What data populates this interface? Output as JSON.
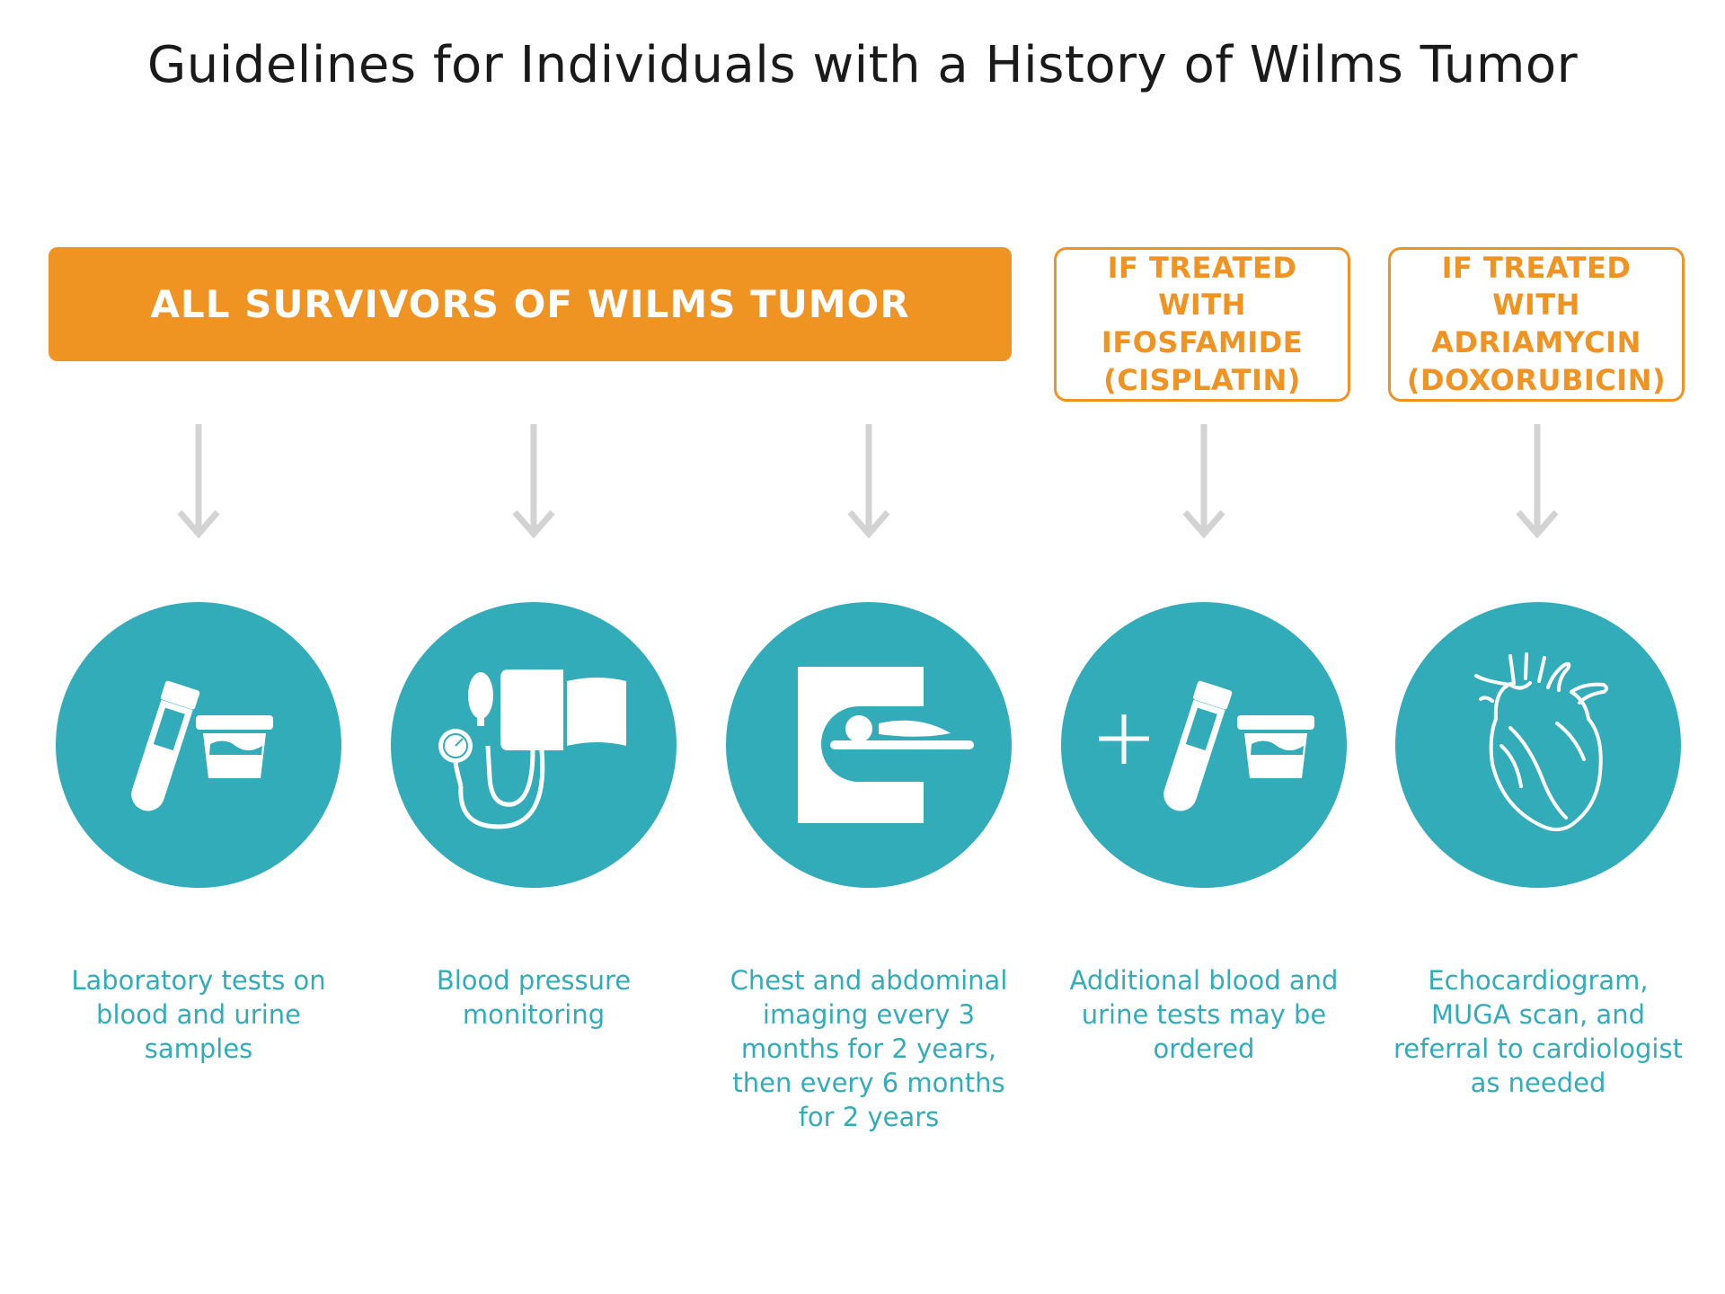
{
  "title": "Guidelines for Individuals with a History of Wilms Tumor",
  "colors": {
    "orange": "#ef9323",
    "teal": "#33acb9",
    "arrow_gray": "#d3d3d3",
    "title_text": "#1a1a1a"
  },
  "groups": [
    {
      "label": "ALL SURVIVORS OF WILMS TUMOR"
    },
    {
      "label": "IF TREATED WITH\nIFOSFAMIDE\n(CISPLATIN)"
    },
    {
      "label": "IF TREATED WITH\nADRIAMYCIN\n(DOXORUBICIN)"
    }
  ],
  "items": [
    {
      "icon": "test-tube-and-cup-icon",
      "text": "Laboratory tests on blood and urine samples"
    },
    {
      "icon": "blood-pressure-cuff-icon",
      "text": "Blood pressure monitoring"
    },
    {
      "icon": "imaging-scanner-icon",
      "text": "Chest and abdominal imaging every 3 months for 2 years, then every 6 months for 2 years"
    },
    {
      "icon": "plus-test-tube-and-cup-icon",
      "text": "Additional blood and urine tests may be ordered"
    },
    {
      "icon": "heart-icon",
      "text": "Echocardiogram, MUGA scan, and referral to cardiologist as needed"
    }
  ]
}
